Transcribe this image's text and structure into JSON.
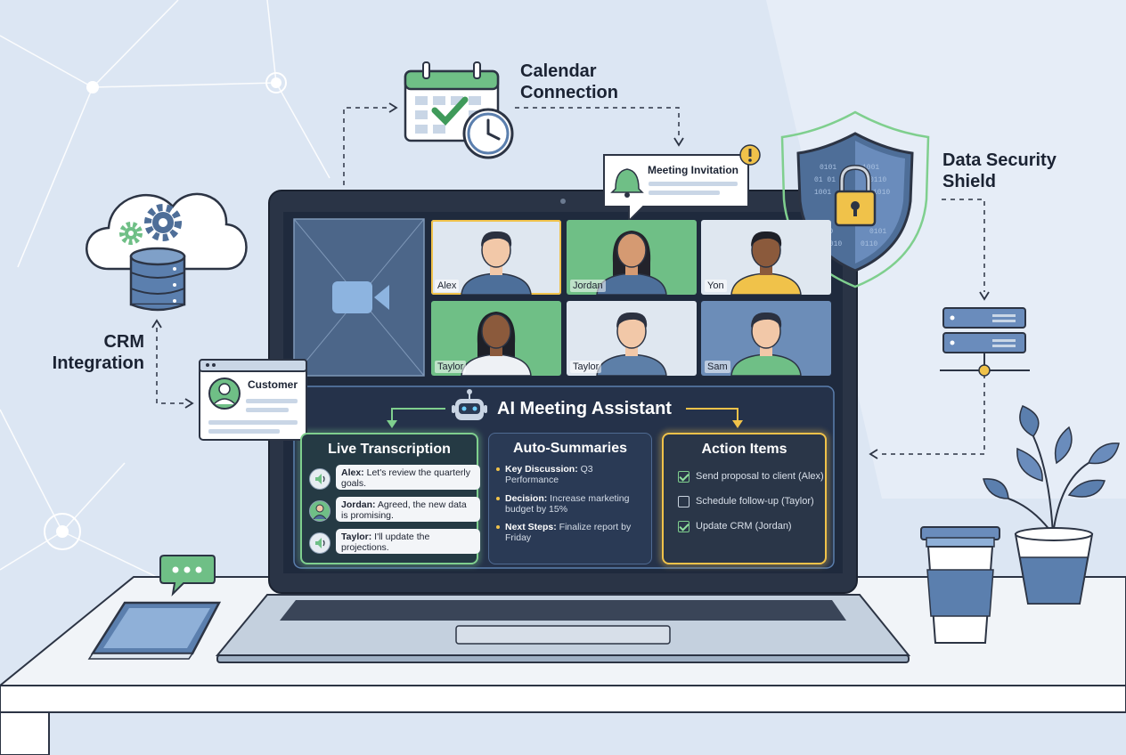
{
  "callouts": {
    "calendar": [
      "Calendar",
      "Connection"
    ],
    "crm": [
      "CRM",
      "Integration"
    ],
    "security": [
      "Data Security",
      "Shield"
    ]
  },
  "cards": {
    "meeting_invitation": "Meeting Invitation",
    "customer": "Customer"
  },
  "video_tiles": [
    {
      "name": "Alex",
      "bg": "#dfe7f0",
      "shirt": "#4d6f9a",
      "skin": "#f2c8a8",
      "hair": "#2b3140",
      "active": true
    },
    {
      "name": "Jordan",
      "bg": "#6fbf86",
      "shirt": "#4d6f9a",
      "skin": "#d59a72",
      "hair": "#23232b",
      "active": false
    },
    {
      "name": "Yon",
      "bg": "#dfe7f0",
      "shirt": "#f0c24a",
      "skin": "#8b5a3c",
      "hair": "#1e2028",
      "active": false
    },
    {
      "name": "Taylor",
      "bg": "#6fbf86",
      "shirt": "#eef1f5",
      "skin": "#8b5a3c",
      "hair": "#1e2028",
      "active": false
    },
    {
      "name": "Taylor",
      "bg": "#dfe7f0",
      "shirt": "#5d7fa8",
      "skin": "#f2c8a8",
      "hair": "#2b3140",
      "active": false
    },
    {
      "name": "Sam",
      "bg": "#6c8db8",
      "shirt": "#6fbf86",
      "skin": "#f2c8a8",
      "hair": "#2b3140",
      "active": false
    }
  ],
  "assistant": {
    "title": "AI Meeting Assistant",
    "live": {
      "title": "Live Transcription",
      "lines": [
        {
          "speaker": "Alex:",
          "text": " Let's review the quarterly goals."
        },
        {
          "speaker": "Jordan:",
          "text": " Agreed, the new data is promising."
        },
        {
          "speaker": "Taylor:",
          "text": " I'll update the projections."
        }
      ]
    },
    "summaries": {
      "title": "Auto-Summaries",
      "items": [
        {
          "label": "Key Discussion:",
          "text": " Q3 Performance"
        },
        {
          "label": "Decision:",
          "text": " Increase marketing budget by 15%"
        },
        {
          "label": "Next Steps:",
          "text": " Finalize report by Friday"
        }
      ]
    },
    "actions": {
      "title": "Action Items",
      "items": [
        {
          "text": "Send proposal to client (Alex)",
          "checked": true
        },
        {
          "text": "Schedule follow-up (Taylor)",
          "checked": false
        },
        {
          "text": "Update CRM (Jordan)",
          "checked": true
        }
      ]
    }
  },
  "colors": {
    "screen": "#1f2a3d",
    "green_glow": "#7fcf8e",
    "yellow_glow": "#f0c24a",
    "accent_blue": "#5b7fae"
  },
  "icons": [
    "calendar-check-icon",
    "clock-icon",
    "cloud-icon",
    "gear-icon",
    "database-icon",
    "shield-icon",
    "padlock-icon",
    "server-icon",
    "bell-icon",
    "robot-icon",
    "video-camera-icon",
    "speaker-icon",
    "sparkle-icon",
    "chat-bubble-icon",
    "tablet-icon",
    "coffee-cup-icon",
    "plant-icon",
    "avatar-icon"
  ]
}
